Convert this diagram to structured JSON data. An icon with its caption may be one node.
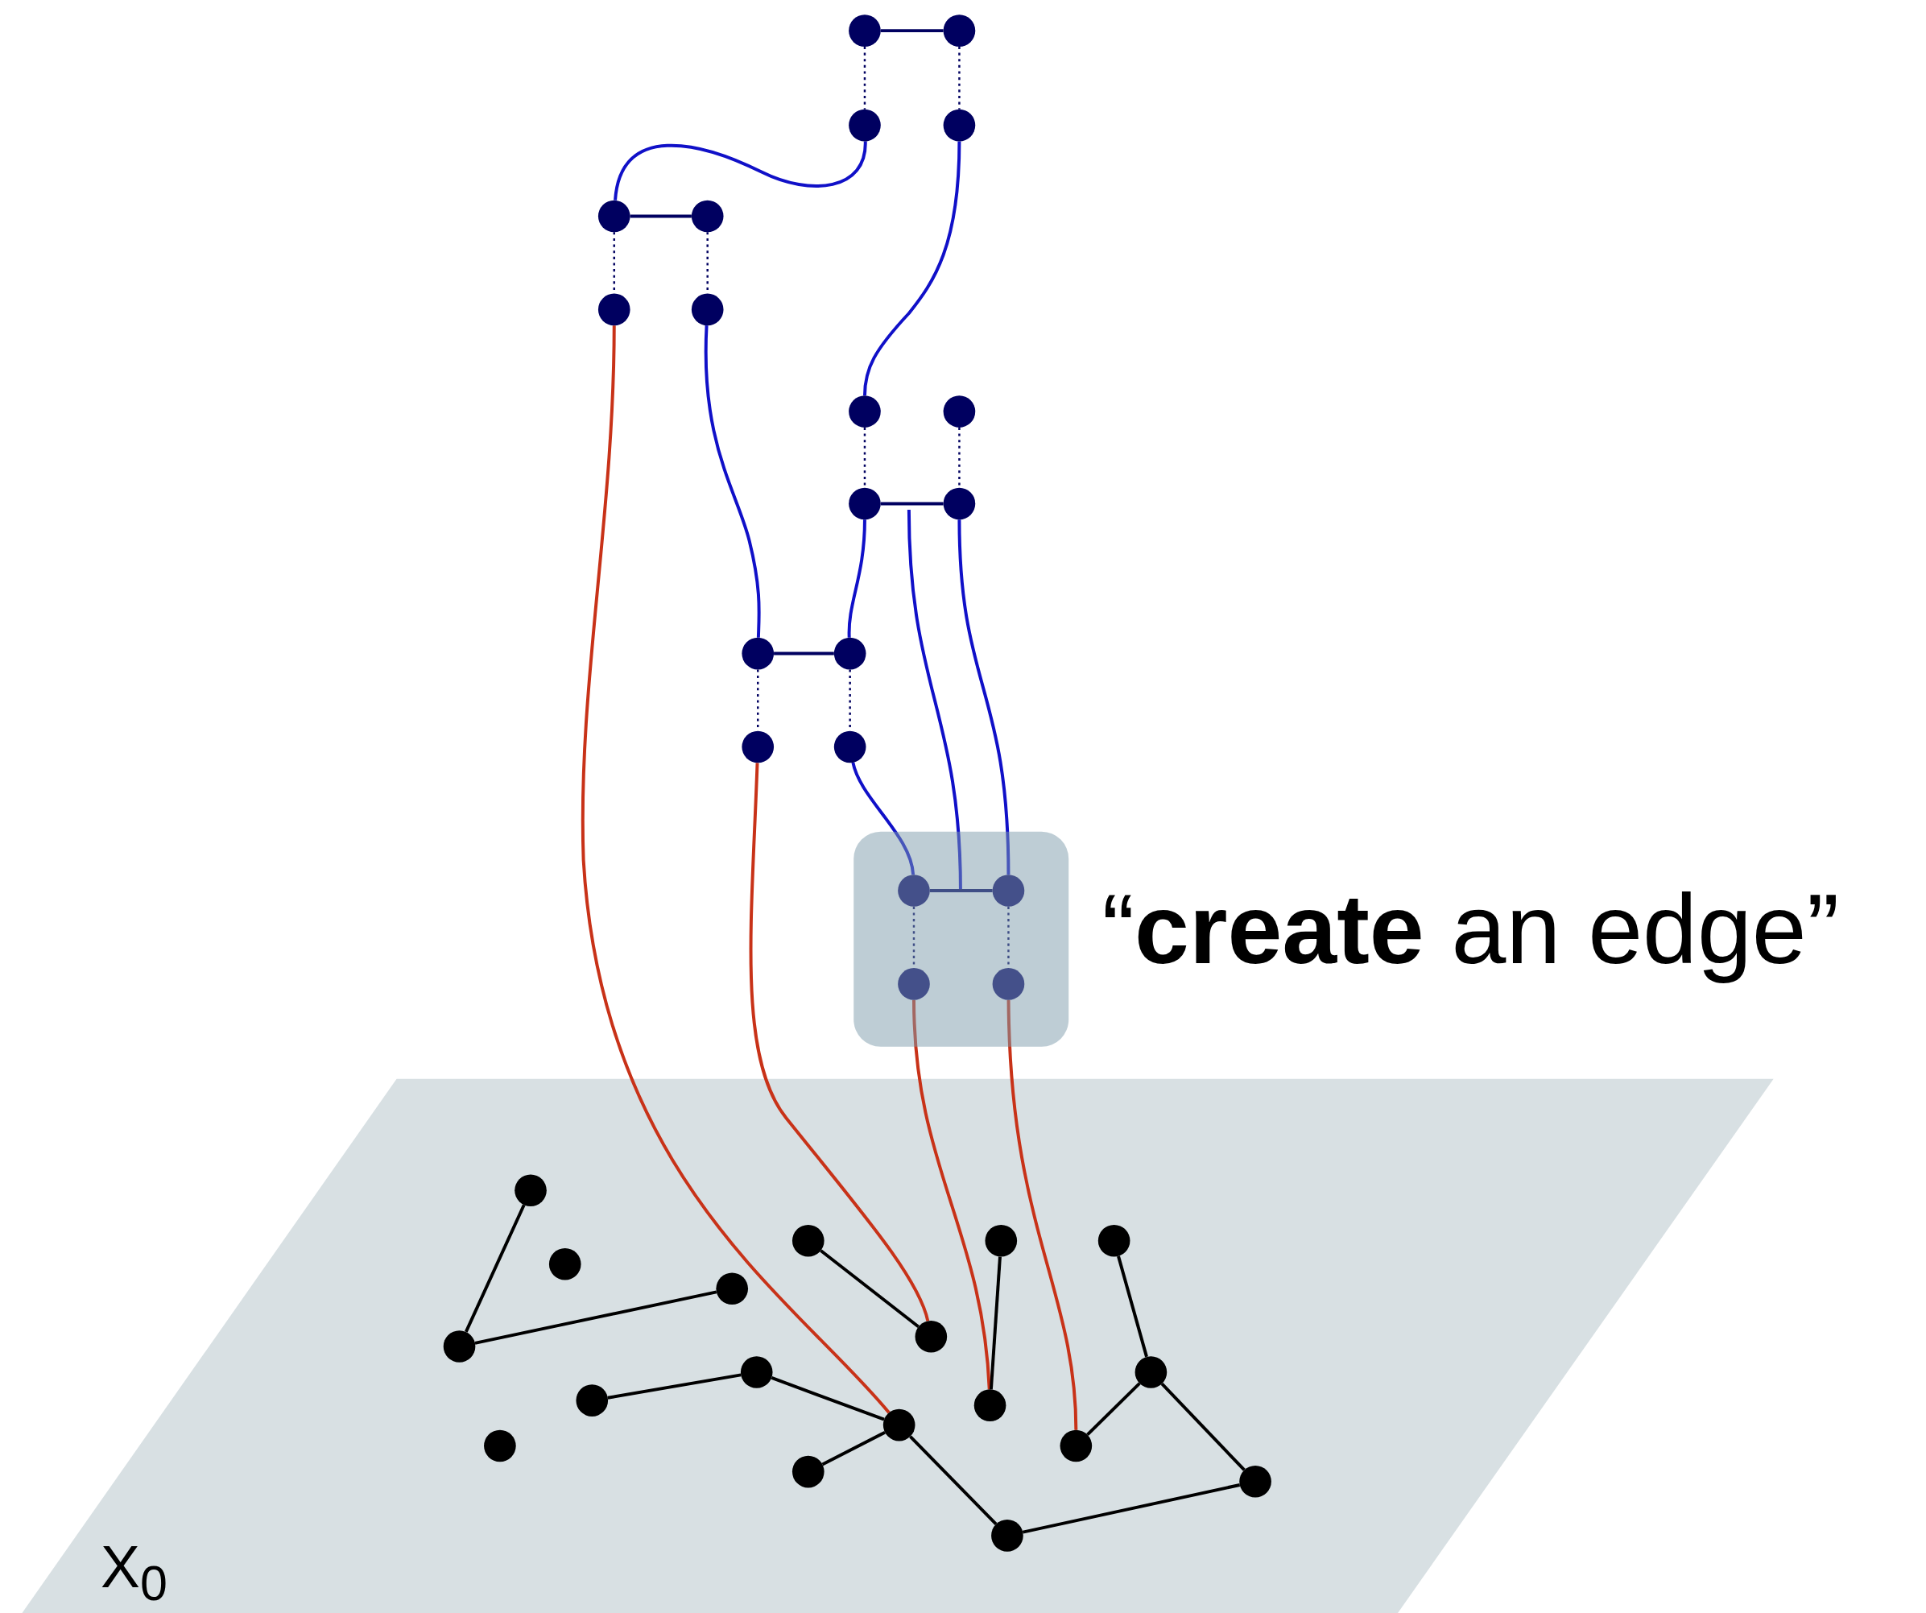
{
  "diagram": {
    "nodes": [
      {
        "text": [
          "X$_{0}$"
        ]
      },
      {
        "text": [],
        "shape": "box",
        "beside": [
          "“**create** an edge”"
        ]
      },
      {
        "text": [],
        "shape": "circle"
      },
      {
        "text": [],
        "shape": "circle"
      },
      {
        "text": [],
        "shape": "circle"
      },
      {
        "text": [],
        "shape": "circle"
      },
      {
        "text": [],
        "shape": "circle"
      },
      {
        "text": [],
        "shape": "circle"
      },
      {
        "text": [],
        "shape": "circle"
      },
      {
        "text": [],
        "shape": "circle"
      },
      {
        "text": [],
        "shape": "circle"
      },
      {
        "text": [],
        "shape": "circle"
      },
      {
        "text": [],
        "shape": "circle"
      },
      {
        "text": [],
        "shape": "circle"
      },
      {
        "text": [],
        "shape": "circle"
      },
      {
        "text": [],
        "shape": "circle"
      },
      {
        "text": [],
        "shape": "circle"
      },
      {
        "text": [],
        "shape": "circle"
      },
      {
        "text": [],
        "shape": "circle",
        "in": 1
      },
      {
        "text": [],
        "shape": "circle",
        "in": 1
      },
      {
        "text": [],
        "shape": "circle",
        "in": 1
      },
      {
        "text": [],
        "shape": "circle",
        "in": 1
      },
      {
        "text": [],
        "shape": "circle",
        "in": 0
      },
      {
        "text": [],
        "shape": "circle",
        "in": 0
      },
      {
        "text": [],
        "shape": "circle",
        "in": 0
      },
      {
        "text": [],
        "shape": "circle",
        "in": 0
      },
      {
        "text": [],
        "shape": "circle",
        "in": 0
      },
      {
        "text": [],
        "shape": "circle",
        "in": 0
      },
      {
        "text": [],
        "shape": "circle",
        "in": 0
      },
      {
        "text": [],
        "shape": "circle",
        "in": 0
      },
      {
        "text": [],
        "shape": "circle",
        "in": 0
      },
      {
        "text": [],
        "shape": "circle",
        "in": 0
      },
      {
        "text": [],
        "shape": "circle",
        "in": 0
      },
      {
        "text": [],
        "shape": "circle",
        "in": 0
      },
      {
        "text": [],
        "shape": "circle",
        "in": 0
      },
      {
        "text": [],
        "shape": "circle",
        "in": 0
      },
      {
        "text": [],
        "shape": "circle",
        "in": 0
      },
      {
        "text": [],
        "shape": "circle",
        "in": 0
      },
      {
        "text": [],
        "shape": "circle",
        "in": 0
      },
      {
        "text": [],
        "shape": "circle",
        "in": 0
      }
    ],
    "edges": [
      {
        "from": 2,
        "to": 3,
        "arrow": "none",
        "color": "#000060"
      },
      {
        "from": 2,
        "to": 4,
        "arrow": "none",
        "style": "dashed",
        "color": "#000060"
      },
      {
        "from": 3,
        "to": 5,
        "arrow": "none",
        "style": "dashed",
        "color": "#000060"
      },
      {
        "from": 4,
        "to": 6,
        "arrow": "none",
        "color": "#1010c8"
      },
      {
        "from": 5,
        "to": 10,
        "arrow": "none",
        "color": "#1010c8"
      },
      {
        "from": 6,
        "to": 7,
        "arrow": "none",
        "color": "#000060"
      },
      {
        "from": 6,
        "to": 8,
        "arrow": "none",
        "style": "dashed",
        "color": "#000060"
      },
      {
        "from": 7,
        "to": 9,
        "arrow": "none",
        "style": "dashed",
        "color": "#000060"
      },
      {
        "from": 8,
        "to": 34,
        "arrow": "none",
        "color": "#c83218"
      },
      {
        "from": 9,
        "to": 14,
        "arrow": "none",
        "color": "#1010c8"
      },
      {
        "from": 10,
        "to": 12,
        "arrow": "none",
        "style": "dashed",
        "color": "#000060"
      },
      {
        "from": 11,
        "to": 13,
        "arrow": "none",
        "style": "dashed",
        "color": "#000060"
      },
      {
        "from": 12,
        "to": 13,
        "arrow": "none",
        "color": "#000060"
      },
      {
        "from": 12,
        "to": 15,
        "arrow": "none",
        "color": "#1010c8"
      },
      {
        "from": 13,
        "to": 19,
        "arrow": "none",
        "color": "#1010c8"
      },
      {
        "from": 14,
        "to": 15,
        "arrow": "none",
        "color": "#000060"
      },
      {
        "from": 14,
        "to": 16,
        "arrow": "none",
        "style": "dashed",
        "color": "#000060"
      },
      {
        "from": 15,
        "to": 17,
        "arrow": "none",
        "style": "dashed",
        "color": "#000060"
      },
      {
        "from": 16,
        "to": 28,
        "arrow": "none",
        "color": "#c83218"
      },
      {
        "from": 17,
        "to": 18,
        "arrow": "none",
        "color": "#1010c8"
      },
      {
        "from": 18,
        "to": 19,
        "arrow": "none",
        "color": "#000060"
      },
      {
        "from": 18,
        "to": 20,
        "arrow": "none",
        "style": "dashed",
        "color": "#000060"
      },
      {
        "from": 19,
        "to": 21,
        "arrow": "none",
        "style": "dashed",
        "color": "#000060"
      },
      {
        "from": 20,
        "to": 33,
        "arrow": "none",
        "color": "#c83218"
      },
      {
        "from": 21,
        "to": 36,
        "arrow": "none",
        "color": "#c83218"
      },
      {
        "from": 22,
        "to": 29,
        "arrow": "none",
        "color": "#000000"
      },
      {
        "from": 29,
        "to": 27,
        "arrow": "none",
        "color": "#000000"
      },
      {
        "from": 24,
        "to": 28,
        "arrow": "none",
        "color": "#000000"
      },
      {
        "from": 25,
        "to": 33,
        "arrow": "none",
        "color": "#000000"
      },
      {
        "from": 26,
        "to": 31,
        "arrow": "none",
        "color": "#000000"
      },
      {
        "from": 31,
        "to": 36,
        "arrow": "none",
        "color": "#000000"
      },
      {
        "from": 31,
        "to": 38,
        "arrow": "none",
        "color": "#000000"
      },
      {
        "from": 38,
        "to": 39,
        "arrow": "none",
        "color": "#000000"
      },
      {
        "from": 39,
        "to": 34,
        "arrow": "none",
        "color": "#000000"
      },
      {
        "from": 34,
        "to": 30,
        "arrow": "none",
        "color": "#000000"
      },
      {
        "from": 30,
        "to": 32,
        "arrow": "none",
        "color": "#000000"
      },
      {
        "from": 34,
        "to": 37,
        "arrow": "none",
        "color": "#000000"
      }
    ]
  }
}
